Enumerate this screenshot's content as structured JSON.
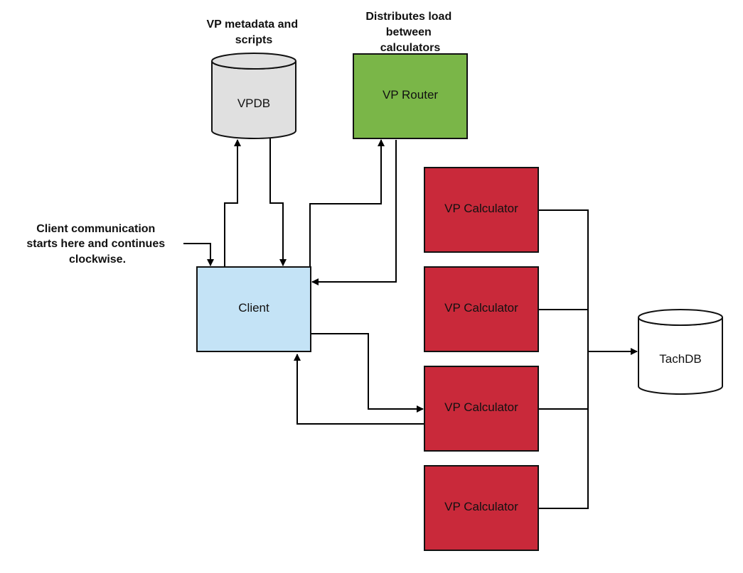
{
  "nodes": {
    "vpdb": {
      "label": "VPDB",
      "fill": "#e0e0e0"
    },
    "router": {
      "label": "VP Router",
      "fill": "#7ab648"
    },
    "client": {
      "label": "Client",
      "fill": "#c4e3f6"
    },
    "calc1": {
      "label": "VP Calculator",
      "fill": "#c9293a"
    },
    "calc2": {
      "label": "VP Calculator",
      "fill": "#c9293a"
    },
    "calc3": {
      "label": "VP Calculator",
      "fill": "#c9293a"
    },
    "calc4": {
      "label": "VP Calculator",
      "fill": "#c9293a"
    },
    "tachdb": {
      "label": "TachDB",
      "fill": "#ffffff"
    }
  },
  "annotations": {
    "vpdb_note": [
      "VP metadata and",
      "scripts"
    ],
    "router_note": [
      "Distributes load",
      "between",
      "calculators"
    ],
    "client_note": [
      "Client communication",
      "starts here and continues",
      "clockwise."
    ]
  }
}
